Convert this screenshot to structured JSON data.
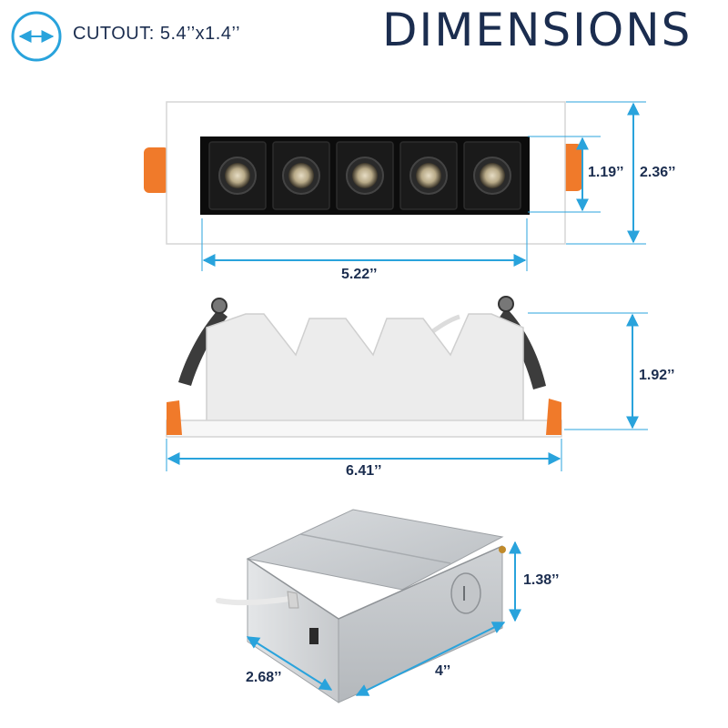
{
  "header": {
    "cutout_label": "CUTOUT: 5.4’’x1.4’’",
    "title": "DIMENSIONS"
  },
  "dimensions": {
    "trim_width": "5.22’’",
    "aperture_height": "1.19’’",
    "trim_height": "2.36’’",
    "housing_height": "1.92’’",
    "overall_width": "6.41’’",
    "box_height": "1.38’’",
    "box_depth": "2.68’’",
    "box_length": "4’’"
  },
  "colors": {
    "accent": "#29a3dc",
    "text": "#1b2d4f",
    "clip": "#f07a2a"
  },
  "icons": {
    "cutout": "width-arrow-circle-icon"
  },
  "led_count": 5
}
